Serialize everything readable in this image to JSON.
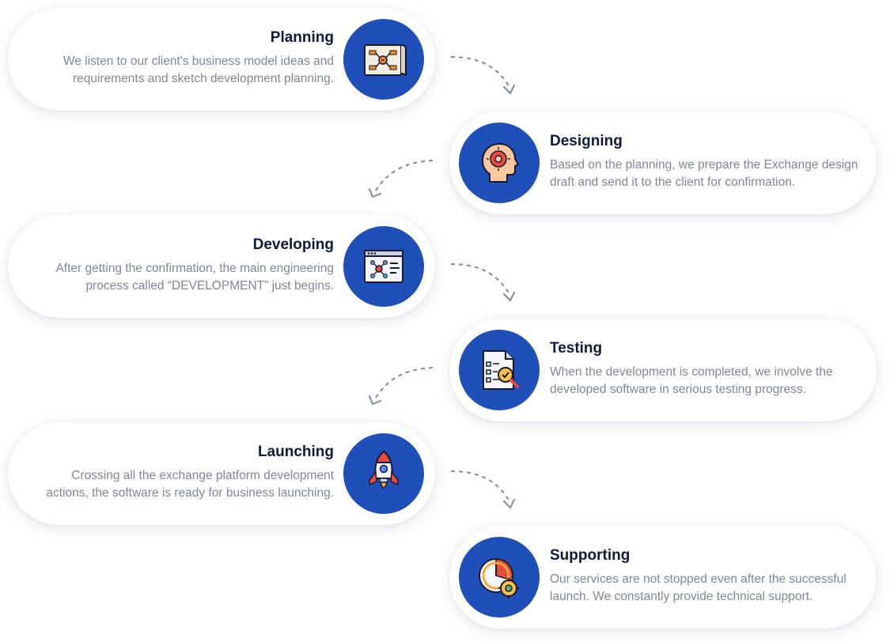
{
  "steps": [
    {
      "title": "Planning",
      "description": "We listen to our client's business model ideas and requirements and sketch development planning.",
      "icon": "blueprint-icon"
    },
    {
      "title": "Designing",
      "description": "Based on the planning, we prepare the Exchange design draft and send it to the client for confirmation.",
      "icon": "head-gear-icon"
    },
    {
      "title": "Developing",
      "description": "After getting the confirmation, the main engineering process called “DEVELOPMENT” just begins.",
      "icon": "code-window-icon"
    },
    {
      "title": "Testing",
      "description": "When the development is completed, we involve the developed software in serious testing progress.",
      "icon": "document-magnifier-icon"
    },
    {
      "title": "Launching",
      "description": "Crossing all the exchange platform development actions, the software is ready for business launching.",
      "icon": "rocket-icon"
    },
    {
      "title": "Supporting",
      "description": "Our services are not stopped even after the successful launch. We constantly provide technical support.",
      "icon": "clock-gear-icon"
    }
  ],
  "colors": {
    "icon_background": "#1f4fb8",
    "title": "#0f1a3d",
    "description": "#7f8796",
    "connector": "#7d8aa3"
  }
}
